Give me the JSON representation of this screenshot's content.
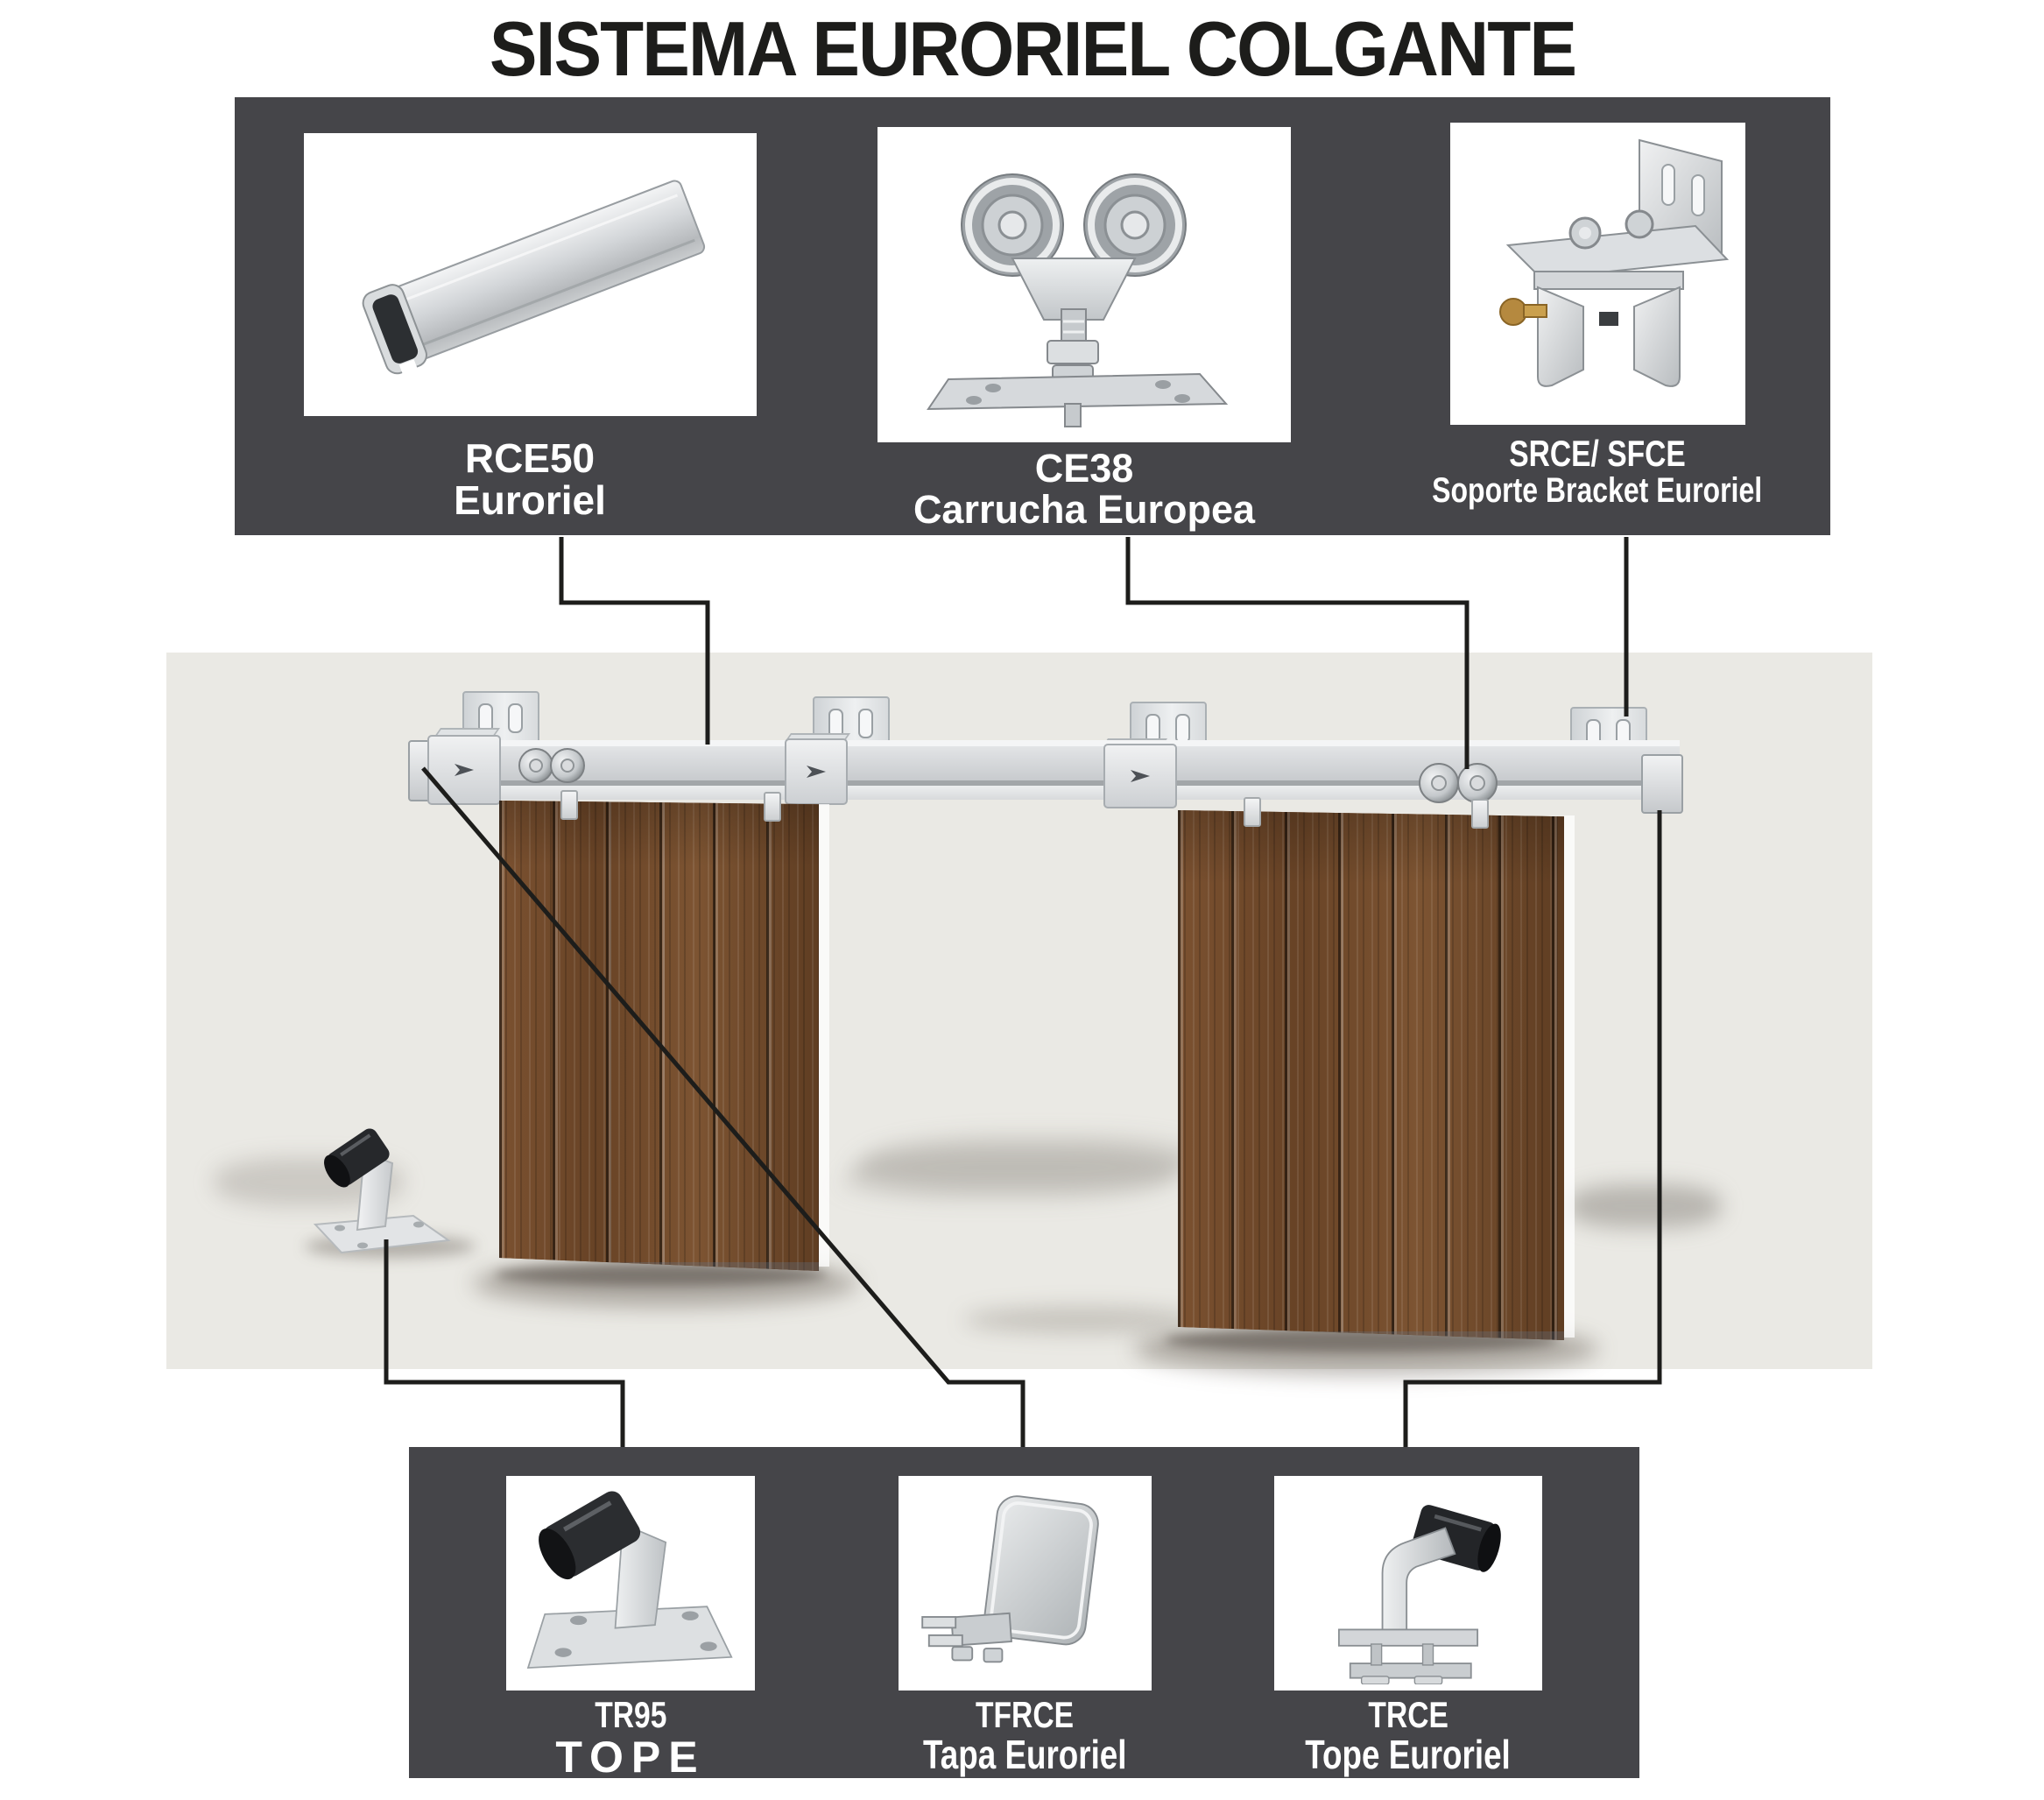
{
  "title": "SISTEMA EURORIEL COLGANTE",
  "top_products": [
    {
      "code": "RCE50",
      "name": "Euroriel"
    },
    {
      "code": "CE38",
      "name": "Carrucha Europea"
    },
    {
      "code": "SRCE/ SFCE",
      "name": "Soporte Bracket Euroriel"
    }
  ],
  "bottom_products": [
    {
      "code": "TR95",
      "name": "TOPE"
    },
    {
      "code": "TFRCE",
      "name": "Tapa Euroriel"
    },
    {
      "code": "TRCE",
      "name": "Tope Euroriel"
    }
  ],
  "colors": {
    "banner": "#454549",
    "scene_background": "#eae9e4",
    "connector_line": "#1d1d1b",
    "title_text": "#1d1d1b",
    "label_text": "#ffffff",
    "door_wood": "#6f4628",
    "metal_light": "#e8eaec"
  }
}
